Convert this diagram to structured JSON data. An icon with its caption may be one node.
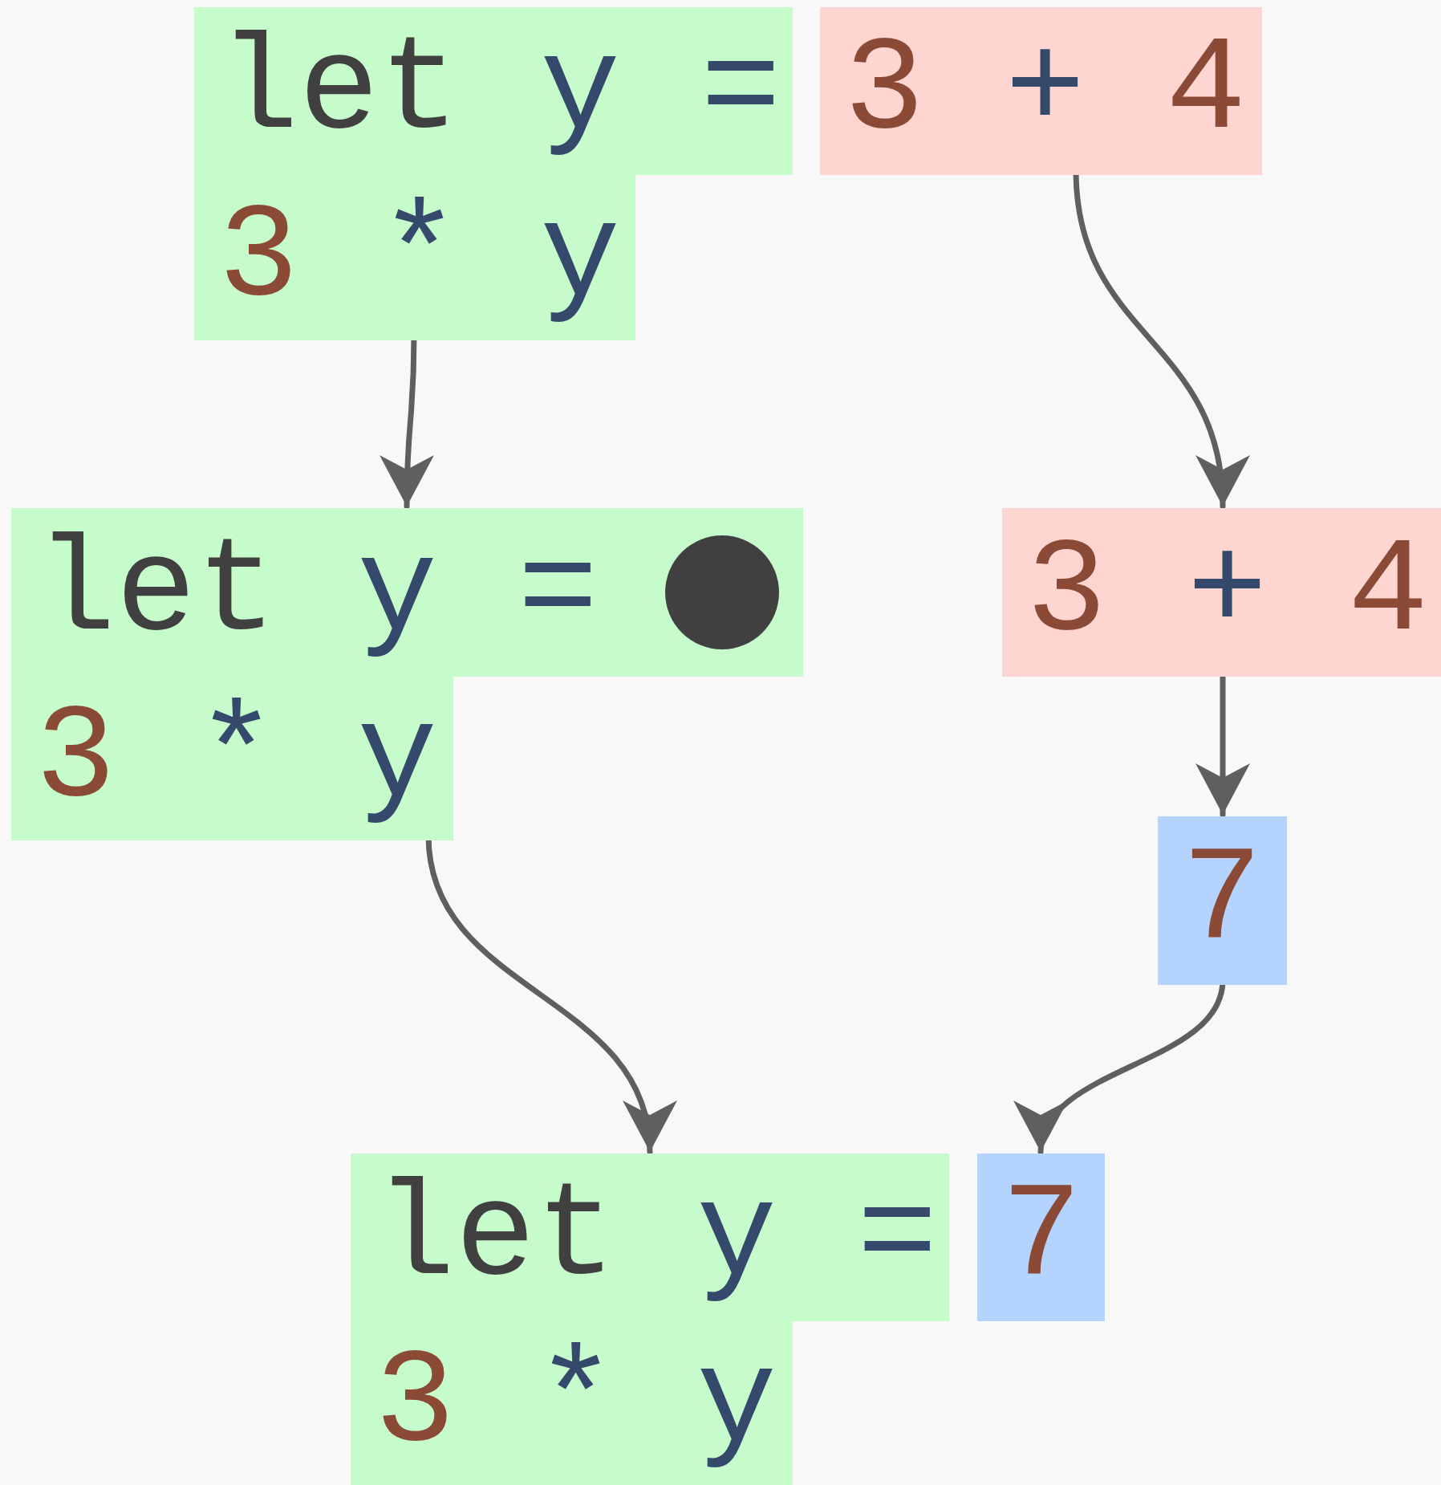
{
  "diagram": {
    "nodes": [
      {
        "text": [
          "let y =",
          "3 * y"
        ]
      },
      {
        "text": [
          "3 + 4"
        ]
      },
      {
        "text": [
          "let y =",
          "3 * y"
        ]
      },
      {
        "text": [
          "3 + 4"
        ]
      },
      {
        "text": [
          "7"
        ]
      },
      {
        "text": [
          "let y =",
          "3 * y"
        ]
      },
      {
        "text": [
          "7"
        ]
      }
    ],
    "edges": [
      {
        "from": 0,
        "to": 2,
        "arrow": "to"
      },
      {
        "from": 1,
        "to": 3,
        "arrow": "to"
      },
      {
        "from": 3,
        "to": 4,
        "arrow": "to"
      },
      {
        "from": 2,
        "to": 5,
        "arrow": "to"
      },
      {
        "from": 4,
        "to": 6,
        "arrow": "to"
      }
    ]
  }
}
